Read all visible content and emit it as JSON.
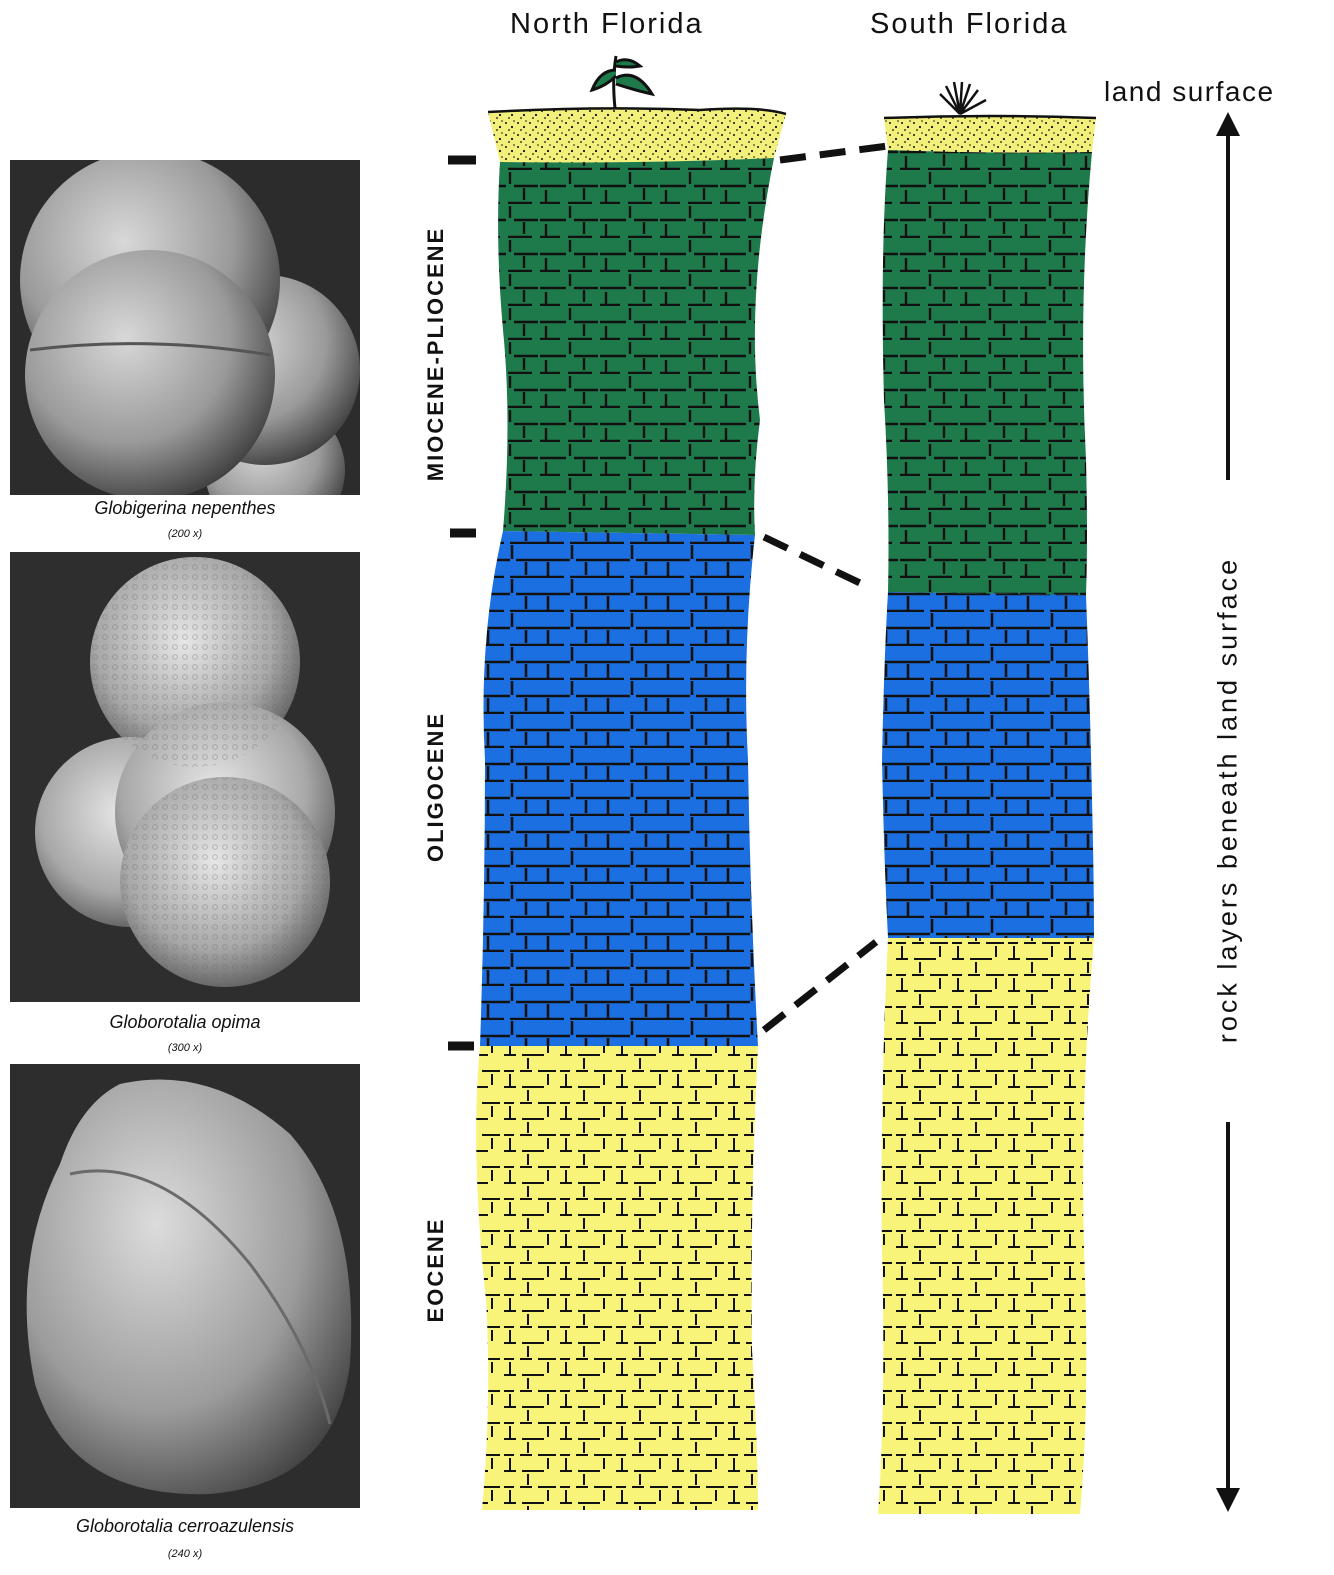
{
  "columns": {
    "north": "North Florida",
    "south": "South Florida"
  },
  "land_surface_label": "land surface",
  "side_arrow_label": "rock layers beneath land surface",
  "epochs": {
    "miocene_pliocene": "MIOCENE-PLIOCENE",
    "oligocene": "OLIGOCENE",
    "eocene": "EOCENE"
  },
  "fossils": [
    {
      "name": "Globigerina nepenthes",
      "magnification": "(200 x)"
    },
    {
      "name": "Globorotalia opima",
      "magnification": "(300 x)"
    },
    {
      "name": "Globorotalia cerroazulensis",
      "magnification": "(240 x)"
    }
  ],
  "colors": {
    "sand": "#f2f07a",
    "miocene_pliocene": "#1e7a4a",
    "oligocene": "#1c6fe0",
    "eocene": "#f8f47a",
    "ink": "#111111"
  }
}
